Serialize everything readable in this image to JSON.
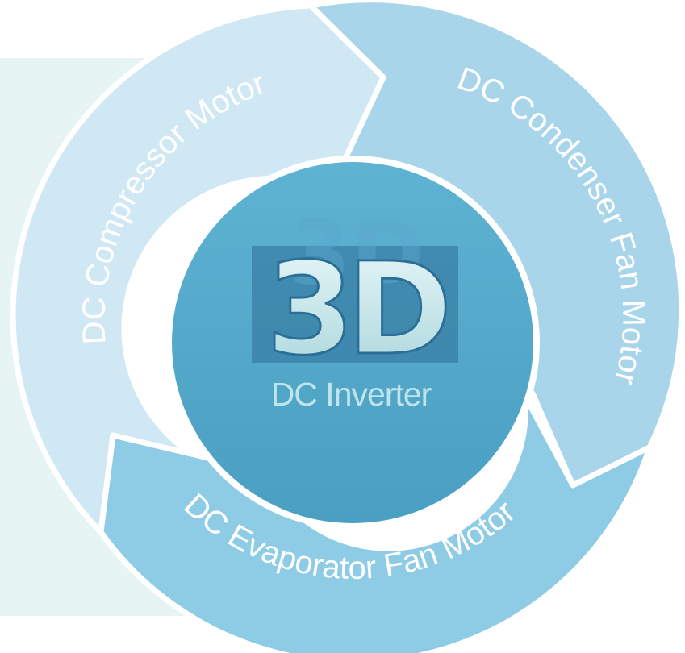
{
  "diagram": {
    "segments": [
      {
        "label": "DC Compressor Motor",
        "color": "#cfe6f1"
      },
      {
        "label": "DC Condenser Fan Motor",
        "color": "#a7d5ea"
      },
      {
        "label": "DC Evaporator Fan Motor",
        "color": "#8ecbe4"
      }
    ],
    "center": {
      "logo_main": "3D",
      "logo_sub": "DC Inverter",
      "color": "#52a8c9"
    },
    "background_panel_color": "#e6f4f4"
  }
}
